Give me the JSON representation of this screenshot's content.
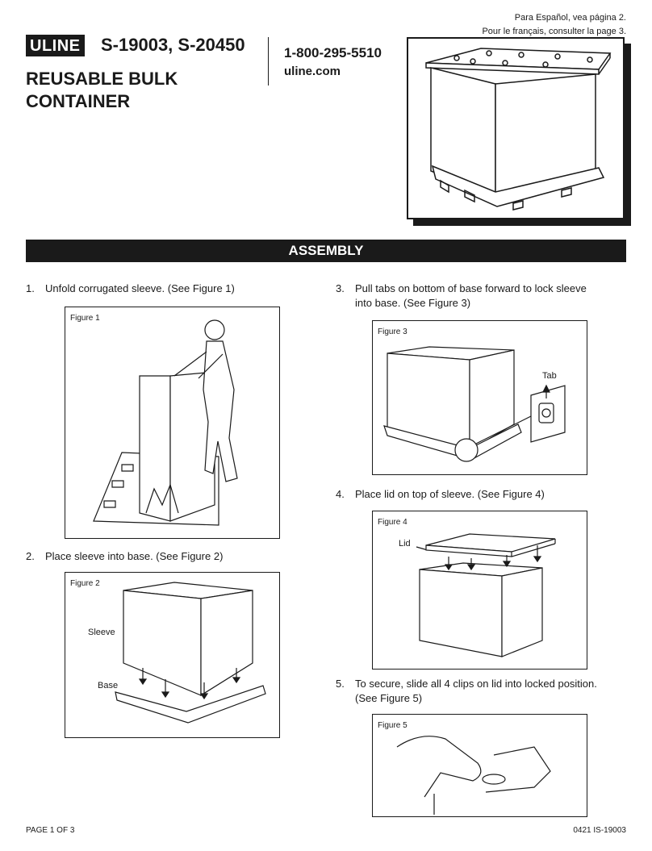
{
  "header": {
    "lang_spanish": "Para Español, vea página 2.",
    "lang_french": "Pour le français, consulter la page 3.",
    "brand": "ULINE",
    "models": "S-19003, S-20450",
    "title_line1": "REUSABLE BULK",
    "title_line2": "CONTAINER",
    "phone": "1-800-295-5510",
    "website": "uline.com"
  },
  "section": {
    "title": "ASSEMBLY"
  },
  "steps": [
    {
      "number": "1.",
      "line1": "Unfold corrugated sleeve. (See Figure 1)",
      "line2": ""
    },
    {
      "number": "2.",
      "line1": "Place sleeve into base. (See Figure 2)",
      "line2": ""
    },
    {
      "number": "3.",
      "line1": "Pull tabs on bottom of base forward to lock sleeve",
      "line2": "into base. (See Figure 3)"
    },
    {
      "number": "4.",
      "line1": "Place lid on top of sleeve. (See Figure 4)",
      "line2": ""
    },
    {
      "number": "5.",
      "line1": "To secure, slide all 4 clips on lid into locked position.",
      "line2": "(See Figure 5)"
    }
  ],
  "figures": {
    "fig1": {
      "label": "Figure 1"
    },
    "fig2": {
      "label": "Figure 2",
      "callout_sleeve": "Sleeve",
      "callout_base": "Base"
    },
    "fig3": {
      "label": "Figure 3",
      "callout_tab": "Tab"
    },
    "fig4": {
      "label": "Figure 4",
      "callout_lid": "Lid"
    },
    "fig5": {
      "label": "Figure 5"
    }
  },
  "footer": {
    "page": "PAGE 1 OF 3",
    "doc_id": "0421 IS-19003"
  }
}
